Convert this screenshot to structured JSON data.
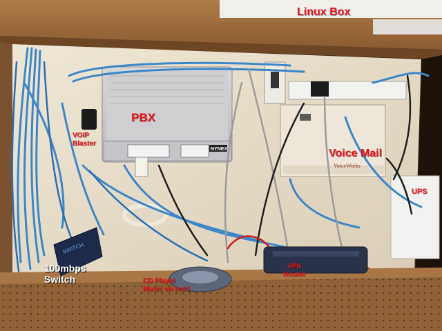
{
  "photo": {
    "labels": {
      "linux_box": "Linux Box",
      "pbx": "PBX",
      "voip_blaster_1": "VOIP",
      "voip_blaster_2": "Blaster",
      "voice_mail": "Voice Mail",
      "ups": "UPS",
      "switch_1": "100mbps",
      "switch_2": "Switch",
      "cd_player_1": "CD Player",
      "cd_player_2": "Music on hold",
      "vpn_router_1": "VPN",
      "vpn_router_2": "Router"
    },
    "device_markings": {
      "pbx_brand": "NYNEX",
      "voicemail_brand": "VoiceWorks"
    },
    "colors": {
      "label_red": "#e8141e",
      "label_white": "#ffffff",
      "cable_blue": "#3d86c6",
      "wall": "#e6dccb",
      "shelf": "#9a6b3e"
    }
  }
}
